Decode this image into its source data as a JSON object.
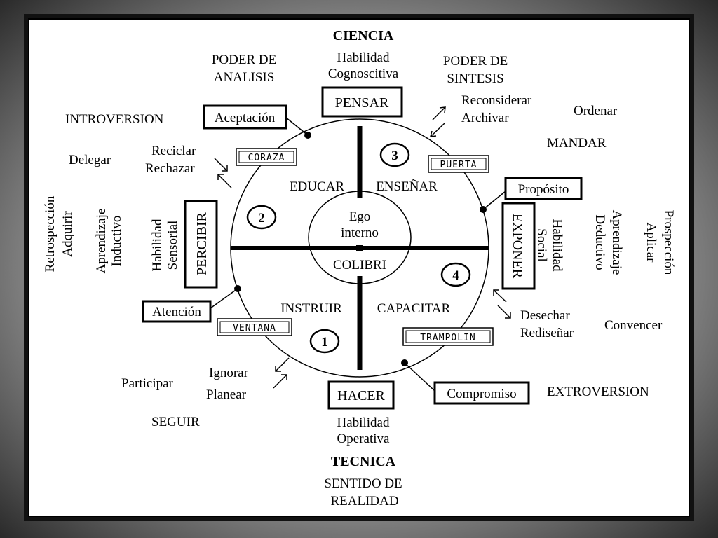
{
  "top": {
    "title": "CIENCIA",
    "skill": [
      "Habilidad",
      "Cognoscitiva"
    ],
    "box": "PENSAR"
  },
  "bottom": {
    "title": "TECNICA",
    "skill": [
      "Habilidad",
      "Operativa"
    ],
    "box": "HACER",
    "sense": [
      "SENTIDO DE",
      "REALIDAD"
    ]
  },
  "left": {
    "skill": [
      "Habilidad",
      "Sensorial"
    ],
    "box": "PERCIBIR",
    "learn": [
      "Aprendizaje",
      "Inductivo"
    ],
    "verbs": [
      "Retrospección",
      "Adquirir"
    ]
  },
  "right": {
    "skill": [
      "Habilidad",
      "Social"
    ],
    "box": "EXPONER",
    "learn": [
      "Aprendizaje",
      "Deductivo"
    ],
    "verbs": [
      "Prospección",
      "Aplicar"
    ]
  },
  "corners": {
    "analysis": [
      "PODER DE",
      "ANALISIS"
    ],
    "synthesis": [
      "PODER DE",
      "SINTESIS"
    ],
    "introversion": "INTROVERSION",
    "extroversion": "EXTROVERSION",
    "delegar": "Delegar",
    "ordenar": "Ordenar",
    "mandar": "MANDAR",
    "participar": "Participar",
    "seguir": "SEGUIR",
    "convencer": "Convencer"
  },
  "actions": {
    "reconsiderar": "Reconsiderar",
    "archivar": "Archivar",
    "reciclar": "Reciclar",
    "rechazar": "Rechazar",
    "desechar": "Desechar",
    "redisenar": "Rediseñar",
    "ignorar": "Ignorar",
    "planear": "Planear"
  },
  "callouts": {
    "aceptacion": "Aceptación",
    "proposito": "Propósito",
    "atencion": "Atención",
    "compromiso": "Compromiso"
  },
  "gates": {
    "coraza": "CORAZA",
    "puerta": "PUERTA",
    "ventana": "VENTANA",
    "trampolin": "TRAMPOLIN"
  },
  "quadrants": {
    "q1": "1",
    "q2": "2",
    "q3": "3",
    "q4": "4"
  },
  "inner": {
    "educar": "EDUCAR",
    "ensenar": "ENSEÑAR",
    "instruir": "INSTRUIR",
    "capacitar": "CAPACITAR"
  },
  "center": {
    "ego": [
      "Ego",
      "interno"
    ],
    "colibri": "COLIBRI"
  }
}
